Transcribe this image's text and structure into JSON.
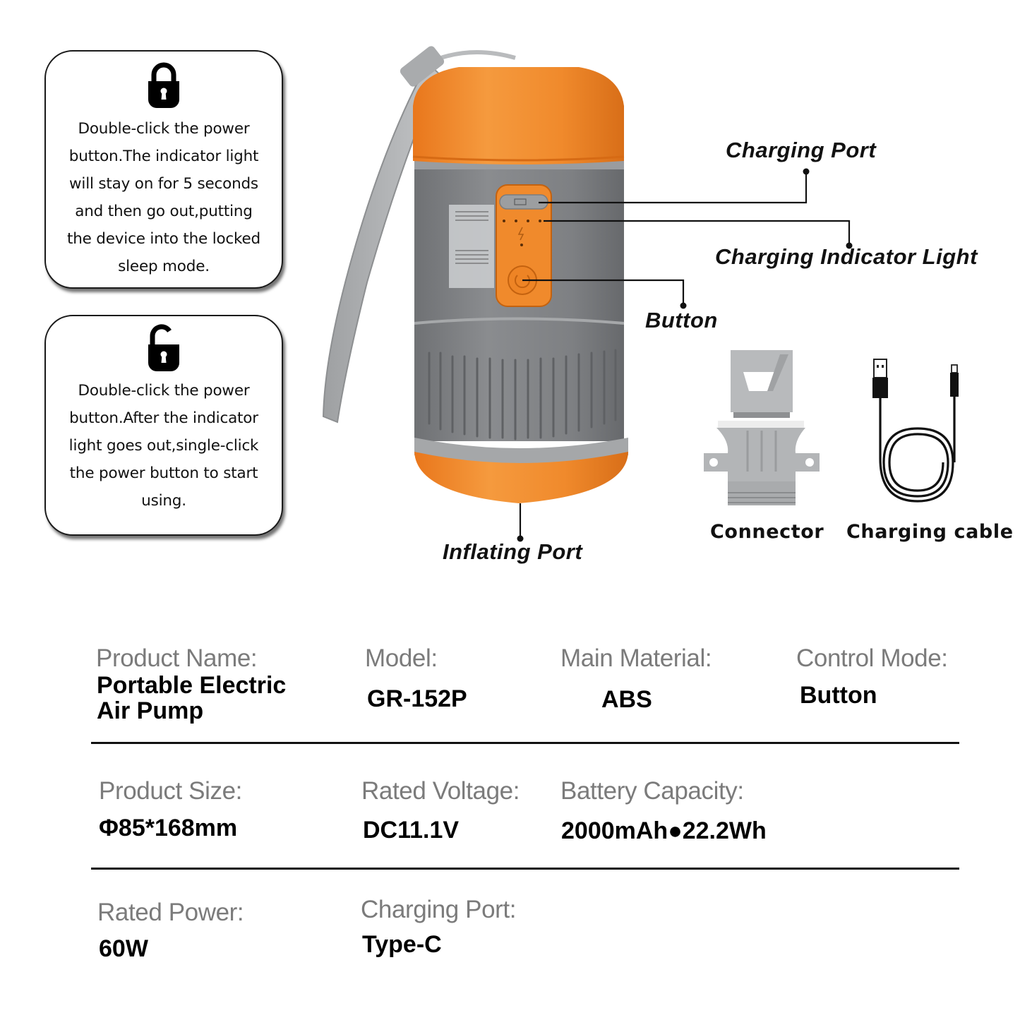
{
  "colors": {
    "accent_orange": "#F08A2C",
    "body_gray": "#7E8083",
    "label_gray": "#7B7B7B",
    "text_black": "#111111"
  },
  "cards": [
    {
      "icon": "lock-closed-icon",
      "lines": [
        "Double-click the power",
        "button.The indicator light",
        "will stay on for 5 seconds",
        "and then go out,putting",
        "the device into the locked",
        "sleep mode."
      ]
    },
    {
      "icon": "lock-open-icon",
      "lines": [
        "Double-click the power",
        "button.After the indicator",
        "light goes out,single-click",
        "the power button to start",
        "using."
      ]
    }
  ],
  "callouts": {
    "charging_port": "Charging Port",
    "charging_indicator_light": "Charging Indicator Light",
    "button": "Button",
    "inflating_port": "Inflating Port"
  },
  "accessories": [
    {
      "label": "Connector",
      "icon": "connector-nozzle-icon"
    },
    {
      "label": "Charging cable",
      "icon": "usb-cable-icon"
    }
  ],
  "specs": [
    {
      "label": "Product Name:",
      "value_lines": [
        "Portable Electric",
        "Air Pump"
      ]
    },
    {
      "label": "Model:",
      "value": "GR-152P"
    },
    {
      "label": "Main Material:",
      "value": "ABS"
    },
    {
      "label": "Control Mode:",
      "value": "Button"
    },
    {
      "label": "Product Size:",
      "value": "Φ85*168mm"
    },
    {
      "label": "Rated Voltage:",
      "value": "DC11.1V"
    },
    {
      "label": "Battery Capacity:",
      "value": "2000mAh●22.2Wh"
    },
    {
      "label": "Rated Power:",
      "value": "60W"
    },
    {
      "label": "Charging Port:",
      "value": "Type-C"
    }
  ]
}
